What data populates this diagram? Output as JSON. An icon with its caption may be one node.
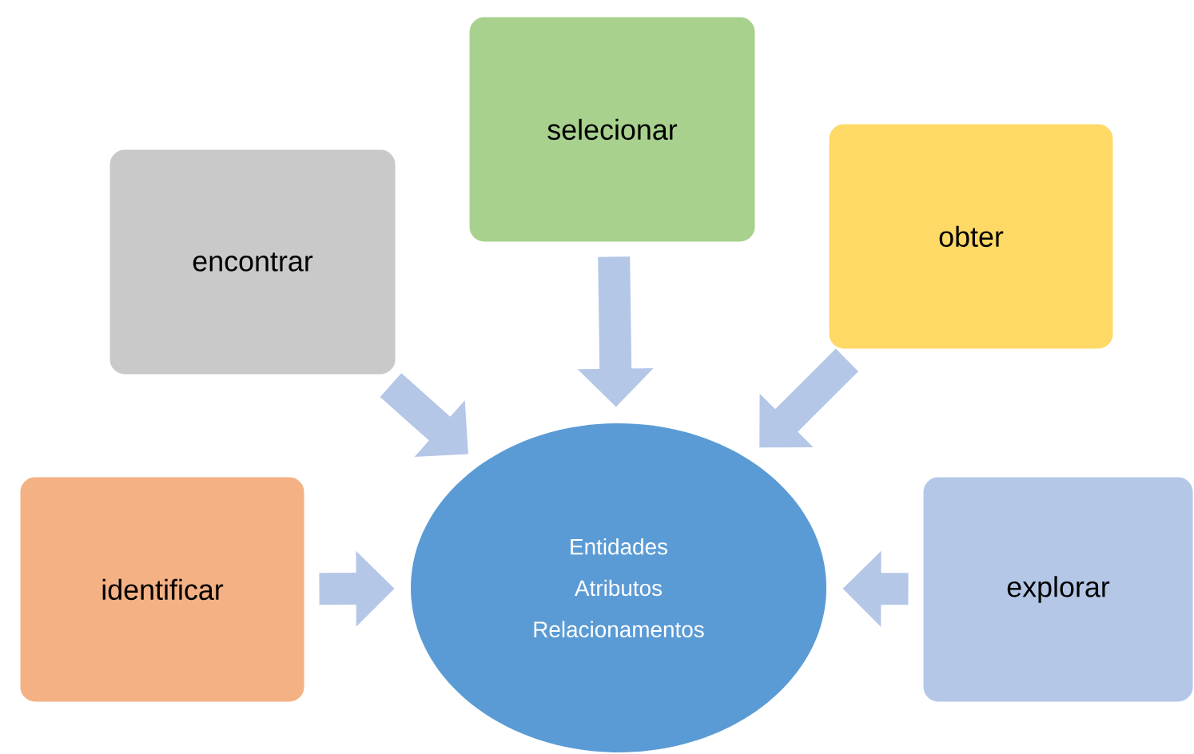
{
  "diagram": {
    "nodes": [
      {
        "text": [
          "selecionar"
        ]
      },
      {
        "text": [
          "encontrar"
        ]
      },
      {
        "text": [
          "obter"
        ]
      },
      {
        "text": [
          "identificar"
        ]
      },
      {
        "text": [
          "Entidades",
          "Atributos",
          "Relacionamentos"
        ]
      },
      {
        "text": [
          "explorar"
        ]
      }
    ],
    "edges": [
      {
        "from": 0,
        "to": 4,
        "arrow": "to"
      },
      {
        "from": 1,
        "to": 4,
        "arrow": "to"
      },
      {
        "from": 2,
        "to": 4,
        "arrow": "to"
      },
      {
        "from": 3,
        "to": 4,
        "arrow": "to"
      },
      {
        "from": 5,
        "to": 4,
        "arrow": "to"
      }
    ]
  }
}
